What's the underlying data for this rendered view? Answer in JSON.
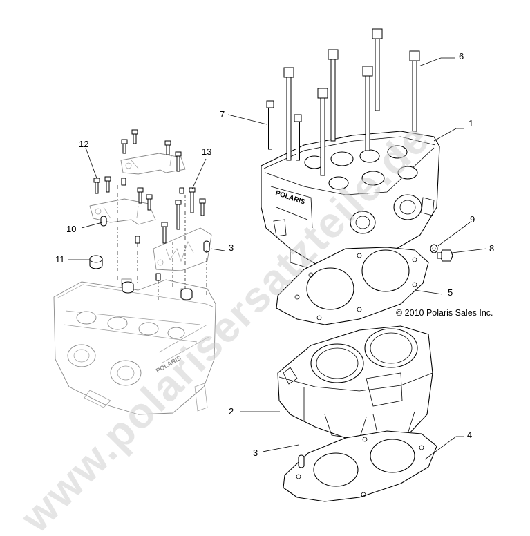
{
  "diagram": {
    "callouts": [
      "1",
      "2",
      "3",
      "3",
      "4",
      "5",
      "6",
      "7",
      "8",
      "9",
      "10",
      "11",
      "12",
      "13"
    ],
    "copyright": "© 2010 Polaris Sales Inc.",
    "head_brand": "POLARIS",
    "ghost_head_brand": "POLARIS",
    "watermark": "www.polarisersatzteile.de"
  }
}
